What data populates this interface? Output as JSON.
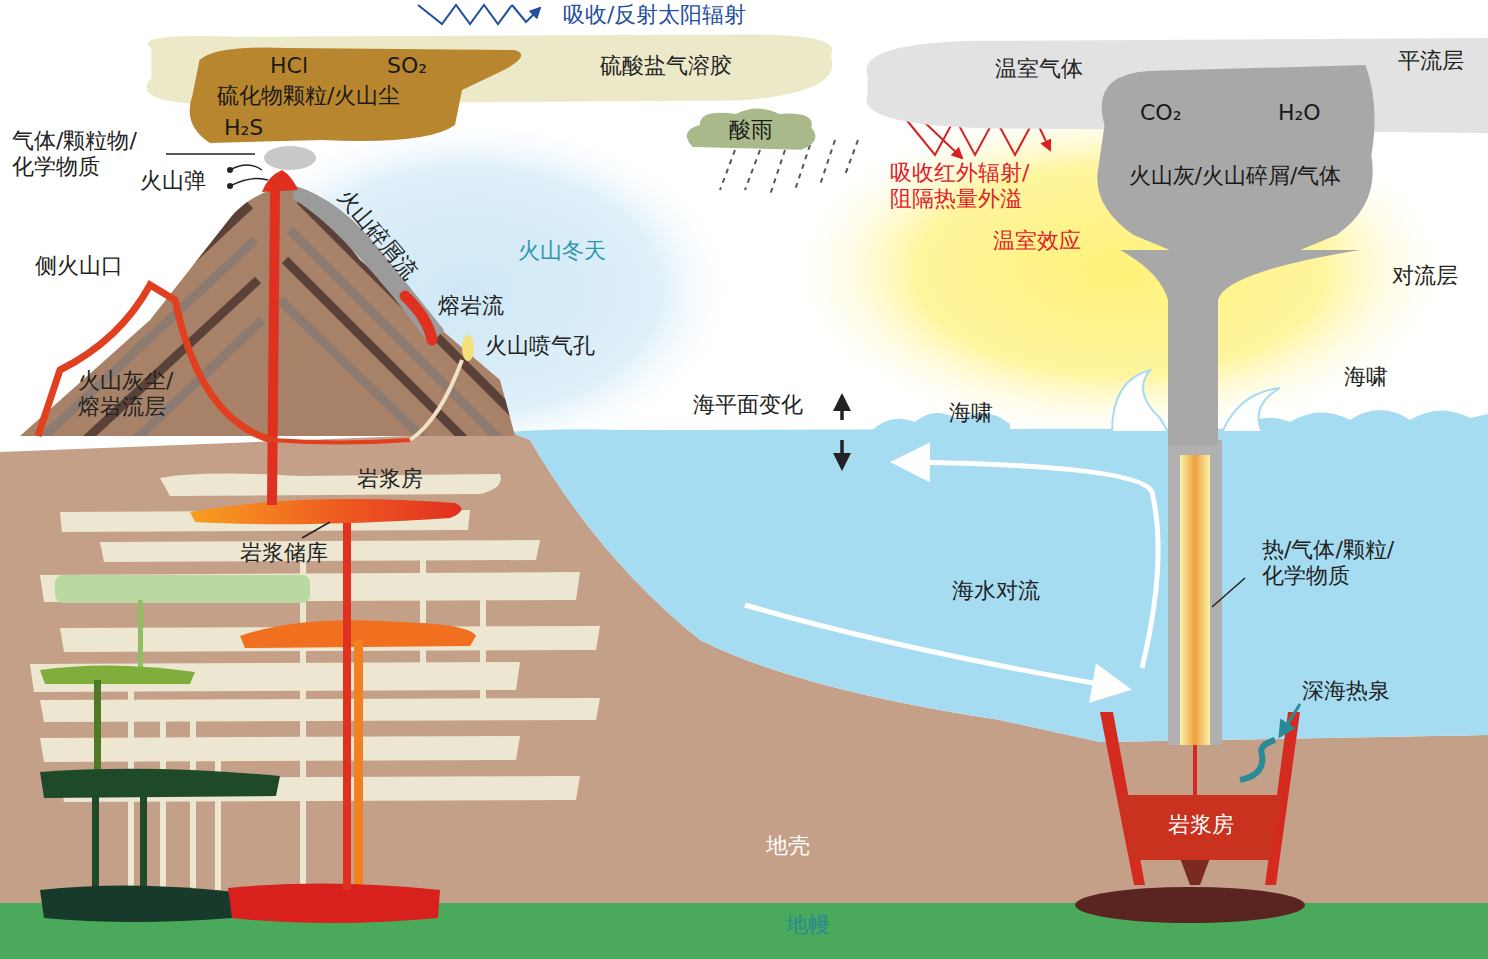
{
  "diagram": {
    "nodes": [
      {
        "text": [
          "硫酸盐气溶胶"
        ]
      },
      {
        "text": [
          "HCl",
          "SO₂",
          "硫化物颗粒/火山尘",
          "H₂S"
        ],
        "in": 0
      },
      {
        "text": [
          "酸雨"
        ]
      },
      {
        "text": [
          "温室气体"
        ]
      },
      {
        "text": [
          "CO₂",
          "H₂O",
          "火山灰/火山碎屑/气体"
        ]
      },
      {
        "text": [
          "岩浆房"
        ]
      }
    ],
    "labels": [
      "吸收/反射太阳辐射",
      "平流层",
      "气体/颗粒物/化学物质",
      "火山弹",
      "火山碎屑流",
      "吸收红外辐射/阻隔热量外溢",
      "火山冬天",
      "温室效应",
      "侧火山口",
      "对流层",
      "熔岩流",
      "火山喷气孔",
      "火山灰尘/熔岩流层",
      "海啸",
      "海平面变化",
      "海啸",
      "岩浆房",
      "岩浆储库",
      "热/气体/颗粒/化学物质",
      "海水对流",
      "深海热泉",
      "地壳",
      "地幔"
    ]
  }
}
